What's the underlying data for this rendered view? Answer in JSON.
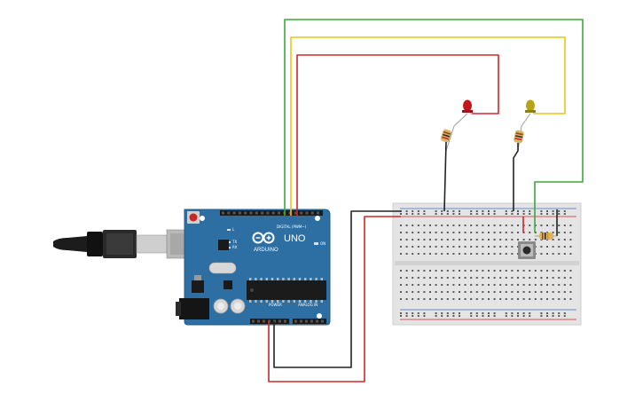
{
  "board": {
    "brand": "ARDUINO",
    "model": "UNO",
    "digital_label": "DIGITAL (PWM~)",
    "power_label": "POWER",
    "analog_label": "ANALOG IN",
    "tx_label": "TX",
    "rx_label": "RX",
    "on_label": "ON",
    "l_label": "L"
  },
  "colors": {
    "board_blue": "#2d6fa3",
    "wire_green": "#3aaa35",
    "wire_yellow": "#e6c619",
    "wire_red": "#d0262b",
    "wire_black": "#222222",
    "led_red": "#c3161c",
    "led_yellow": "#b8a316",
    "breadboard": "#e4e4e4"
  },
  "components": [
    {
      "name": "usb-cable",
      "type": "USB cable"
    },
    {
      "name": "arduino-uno",
      "type": "Arduino Uno R3"
    },
    {
      "name": "led-red",
      "type": "LED",
      "color": "red"
    },
    {
      "name": "led-yellow",
      "type": "LED",
      "color": "yellow"
    },
    {
      "name": "resistor-1",
      "type": "resistor"
    },
    {
      "name": "resistor-2",
      "type": "resistor"
    },
    {
      "name": "resistor-3",
      "type": "resistor"
    },
    {
      "name": "pushbutton",
      "type": "pushbutton"
    },
    {
      "name": "breadboard",
      "type": "breadboard"
    }
  ]
}
